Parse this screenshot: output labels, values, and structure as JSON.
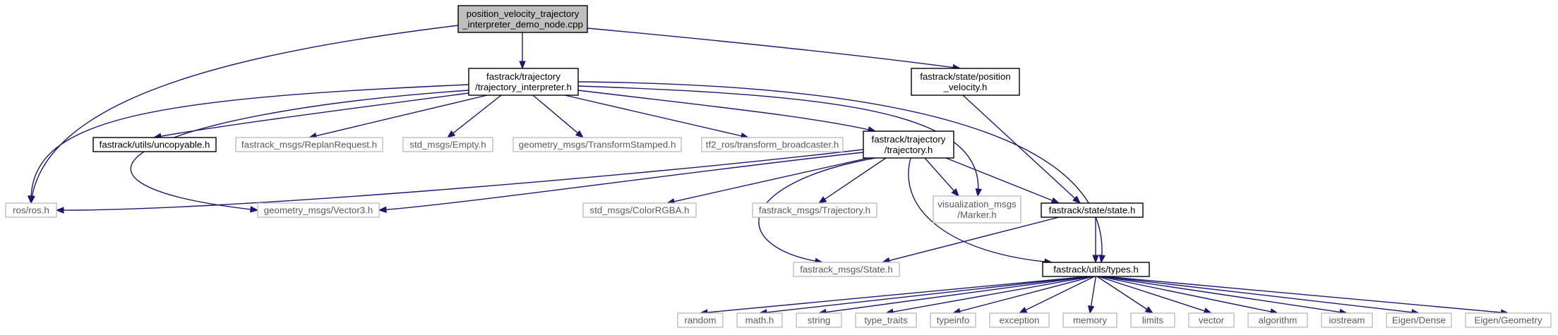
{
  "graph": {
    "nodes": [
      {
        "id": "root",
        "lines": [
          "position_velocity_trajectory",
          "_interpreter_demo_node.cpp"
        ],
        "style": "root"
      },
      {
        "id": "ti",
        "lines": [
          "fastrack/trajectory",
          "/trajectory_interpreter.h"
        ],
        "style": "dark"
      },
      {
        "id": "pv",
        "lines": [
          "fastrack/state/position",
          "_velocity.h"
        ],
        "style": "dark"
      },
      {
        "id": "rosh",
        "lines": [
          "ros/ros.h"
        ],
        "style": "light"
      },
      {
        "id": "uncop",
        "lines": [
          "fastrack/utils/uncopyable.h"
        ],
        "style": "dark"
      },
      {
        "id": "replan",
        "lines": [
          "fastrack_msgs/ReplanRequest.h"
        ],
        "style": "light"
      },
      {
        "id": "empty",
        "lines": [
          "std_msgs/Empty.h"
        ],
        "style": "light"
      },
      {
        "id": "tfs",
        "lines": [
          "geometry_msgs/TransformStamped.h"
        ],
        "style": "light"
      },
      {
        "id": "tfb",
        "lines": [
          "tf2_ros/transform_broadcaster.h"
        ],
        "style": "light"
      },
      {
        "id": "traj",
        "lines": [
          "fastrack/trajectory",
          "/trajectory.h"
        ],
        "style": "dark"
      },
      {
        "id": "vec3",
        "lines": [
          "geometry_msgs/Vector3.h"
        ],
        "style": "light"
      },
      {
        "id": "rgba",
        "lines": [
          "std_msgs/ColorRGBA.h"
        ],
        "style": "light"
      },
      {
        "id": "ftraj",
        "lines": [
          "fastrack_msgs/Trajectory.h"
        ],
        "style": "light"
      },
      {
        "id": "marker",
        "lines": [
          "visualization_msgs",
          "/Marker.h"
        ],
        "style": "light"
      },
      {
        "id": "stateh",
        "lines": [
          "fastrack/state/state.h"
        ],
        "style": "dark"
      },
      {
        "id": "fstate",
        "lines": [
          "fastrack_msgs/State.h"
        ],
        "style": "light"
      },
      {
        "id": "types",
        "lines": [
          "fastrack/utils/types.h"
        ],
        "style": "dark"
      },
      {
        "id": "random",
        "lines": [
          "random"
        ],
        "style": "light"
      },
      {
        "id": "math",
        "lines": [
          "math.h"
        ],
        "style": "light"
      },
      {
        "id": "string",
        "lines": [
          "string"
        ],
        "style": "light"
      },
      {
        "id": "typetraits",
        "lines": [
          "type_traits"
        ],
        "style": "light"
      },
      {
        "id": "typeinfo",
        "lines": [
          "typeinfo"
        ],
        "style": "light"
      },
      {
        "id": "exception",
        "lines": [
          "exception"
        ],
        "style": "light"
      },
      {
        "id": "memory",
        "lines": [
          "memory"
        ],
        "style": "light"
      },
      {
        "id": "limits",
        "lines": [
          "limits"
        ],
        "style": "light"
      },
      {
        "id": "vector",
        "lines": [
          "vector"
        ],
        "style": "light"
      },
      {
        "id": "algorithm",
        "lines": [
          "algorithm"
        ],
        "style": "light"
      },
      {
        "id": "iostream",
        "lines": [
          "iostream"
        ],
        "style": "light"
      },
      {
        "id": "dense",
        "lines": [
          "Eigen/Dense"
        ],
        "style": "light"
      },
      {
        "id": "geometry",
        "lines": [
          "Eigen/Geometry"
        ],
        "style": "light"
      }
    ],
    "edges": [
      {
        "from": "root",
        "to": "ti"
      },
      {
        "from": "root",
        "to": "rosh"
      },
      {
        "from": "root",
        "to": "pv"
      },
      {
        "from": "ti",
        "to": "rosh"
      },
      {
        "from": "ti",
        "to": "vec3"
      },
      {
        "from": "ti",
        "to": "uncop"
      },
      {
        "from": "ti",
        "to": "replan"
      },
      {
        "from": "ti",
        "to": "empty"
      },
      {
        "from": "ti",
        "to": "tfs"
      },
      {
        "from": "ti",
        "to": "tfb"
      },
      {
        "from": "ti",
        "to": "traj"
      },
      {
        "from": "ti",
        "to": "marker"
      },
      {
        "from": "ti",
        "to": "types"
      },
      {
        "from": "pv",
        "to": "stateh"
      },
      {
        "from": "traj",
        "to": "rosh"
      },
      {
        "from": "traj",
        "to": "vec3"
      },
      {
        "from": "traj",
        "to": "rgba"
      },
      {
        "from": "traj",
        "to": "ftraj"
      },
      {
        "from": "traj",
        "to": "fstate"
      },
      {
        "from": "traj",
        "to": "marker"
      },
      {
        "from": "traj",
        "to": "stateh"
      },
      {
        "from": "traj",
        "to": "types"
      },
      {
        "from": "stateh",
        "to": "fstate"
      },
      {
        "from": "stateh",
        "to": "types"
      },
      {
        "from": "types",
        "to": "random"
      },
      {
        "from": "types",
        "to": "math"
      },
      {
        "from": "types",
        "to": "string"
      },
      {
        "from": "types",
        "to": "typetraits"
      },
      {
        "from": "types",
        "to": "typeinfo"
      },
      {
        "from": "types",
        "to": "exception"
      },
      {
        "from": "types",
        "to": "memory"
      },
      {
        "from": "types",
        "to": "limits"
      },
      {
        "from": "types",
        "to": "vector"
      },
      {
        "from": "types",
        "to": "algorithm"
      },
      {
        "from": "types",
        "to": "iostream"
      },
      {
        "from": "types",
        "to": "dense"
      },
      {
        "from": "types",
        "to": "geometry"
      }
    ]
  }
}
